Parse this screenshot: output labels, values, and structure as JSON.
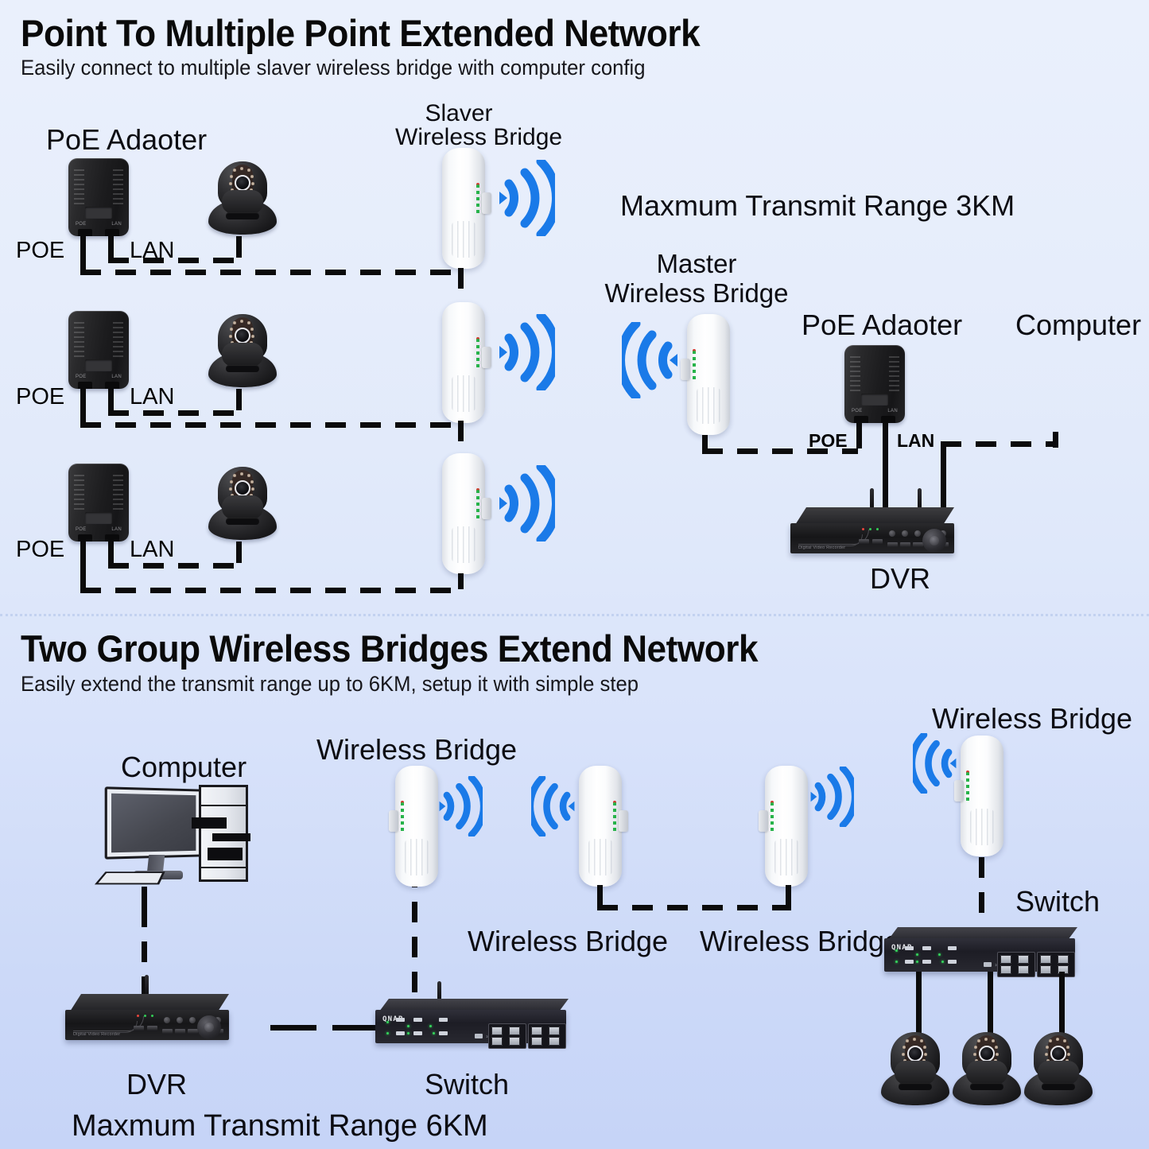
{
  "page": {
    "background_top": "#eaf0fc",
    "background_bottom": "#c6d4f7",
    "wifi_color": "#1a7ae8",
    "led_green": "#27b34a"
  },
  "section1": {
    "title": "Point To Multiple Point Extended Network",
    "subtitle": "Easily connect to multiple slaver wireless bridge with computer config",
    "range_note": "Maxmum Transmit Range 3KM",
    "labels": {
      "poe_adapter": "PoE Adaoter",
      "slaver_bridge_line1": "Slaver",
      "slaver_bridge_line2": "Wireless Bridge",
      "master_bridge_line1": "Master",
      "master_bridge_line2": "Wireless Bridge",
      "computer": "Computer",
      "dvr": "DVR",
      "poe_port": "POE",
      "lan_port": "LAN",
      "poe_port_small": "POE",
      "lan_port_small": "LAN"
    },
    "rows": [
      {
        "poe_label": "POE",
        "lan_label": "LAN"
      },
      {
        "poe_label": "POE",
        "lan_label": "LAN"
      },
      {
        "poe_label": "POE",
        "lan_label": "LAN"
      }
    ]
  },
  "section2": {
    "title": "Two Group Wireless Bridges Extend Network",
    "subtitle": "Easily extend the transmit range up to 6KM,  setup it with simple step",
    "range_note": "Maxmum Transmit Range 6KM",
    "labels": {
      "computer": "Computer",
      "dvr": "DVR",
      "switch_left": "Switch",
      "switch_right": "Switch",
      "bridge_top_left": "Wireless Bridge",
      "bridge_mid_left": "Wireless Bridge",
      "bridge_mid_right": "Wireless Bridge",
      "bridge_top_right": "Wireless Bridge"
    }
  },
  "devices": {
    "dvr_brand_text": "Digital Video Recorder",
    "switch_brand_text": "QNAP",
    "poe_adapter_port_a": "POE",
    "poe_adapter_port_b": "LAN"
  }
}
